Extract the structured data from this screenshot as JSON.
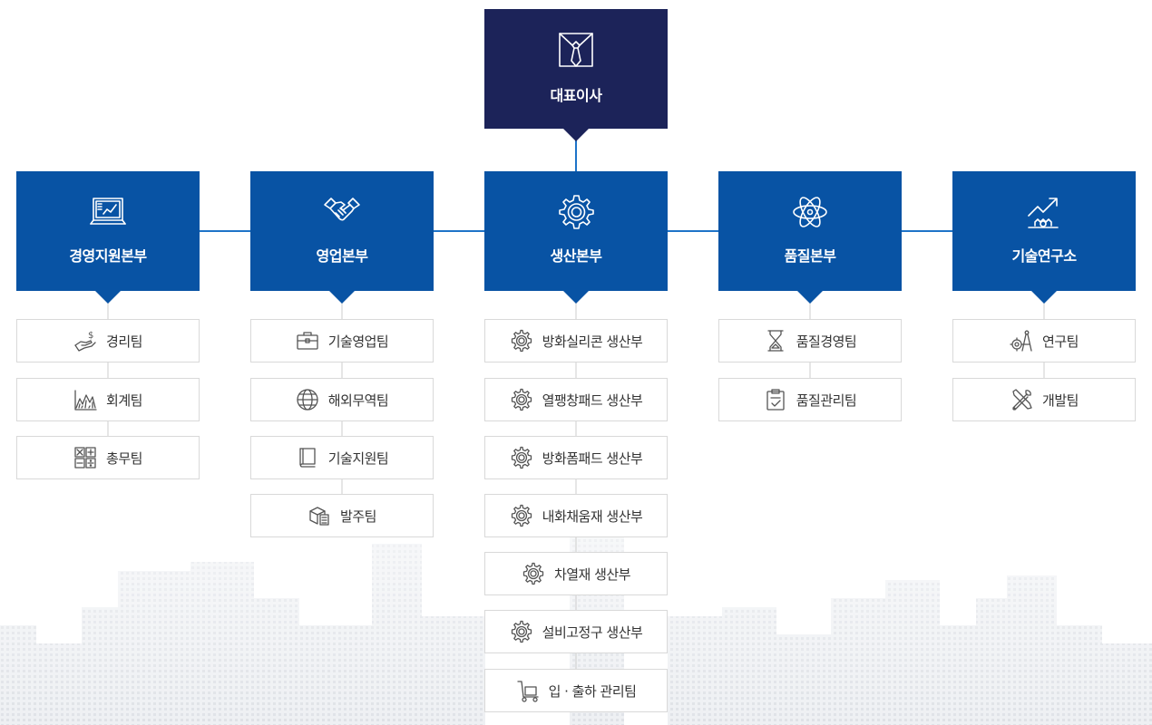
{
  "ceo": {
    "label": "대표이사",
    "icon": "necktie-icon"
  },
  "colors": {
    "ceo_bg": "#1c2359",
    "division_bg": "#0853a4",
    "connector": "#1e73c8"
  },
  "divisions": [
    {
      "label": "경영지원본부",
      "icon": "monitor-chart-icon",
      "teams": [
        {
          "label": "경리팀",
          "icon": "hand-dollar-icon"
        },
        {
          "label": "회계팀",
          "icon": "mountain-chart-icon"
        },
        {
          "label": "총무팀",
          "icon": "calculator-icon"
        }
      ]
    },
    {
      "label": "영업본부",
      "icon": "handshake-icon",
      "teams": [
        {
          "label": "기술영업팀",
          "icon": "briefcase-icon"
        },
        {
          "label": "해외무역팀",
          "icon": "globe-icon"
        },
        {
          "label": "기술지원팀",
          "icon": "book-icon"
        },
        {
          "label": "발주팀",
          "icon": "box-list-icon"
        }
      ]
    },
    {
      "label": "생산본부",
      "icon": "gear-icon",
      "teams": [
        {
          "label": "방화실리콘 생산부",
          "icon": "gear-icon"
        },
        {
          "label": "열팽창패드 생산부",
          "icon": "gear-icon"
        },
        {
          "label": "방화폼패드 생산부",
          "icon": "gear-icon"
        },
        {
          "label": "내화채움재 생산부",
          "icon": "gear-icon"
        },
        {
          "label": "차열재 생산부",
          "icon": "gear-icon"
        },
        {
          "label": "설비고정구 생산부",
          "icon": "gear-icon"
        },
        {
          "label": "입 · 출하 관리팀",
          "icon": "hand-truck-icon"
        }
      ]
    },
    {
      "label": "품질본부",
      "icon": "atom-icon",
      "teams": [
        {
          "label": "품질경영팀",
          "icon": "hourglass-icon"
        },
        {
          "label": "품질관리팀",
          "icon": "clipboard-check-icon"
        }
      ]
    },
    {
      "label": "기술연구소",
      "icon": "growth-arrow-icon",
      "teams": [
        {
          "label": "연구팀",
          "icon": "gear-compass-icon"
        },
        {
          "label": "개발팀",
          "icon": "tools-icon"
        }
      ]
    }
  ]
}
